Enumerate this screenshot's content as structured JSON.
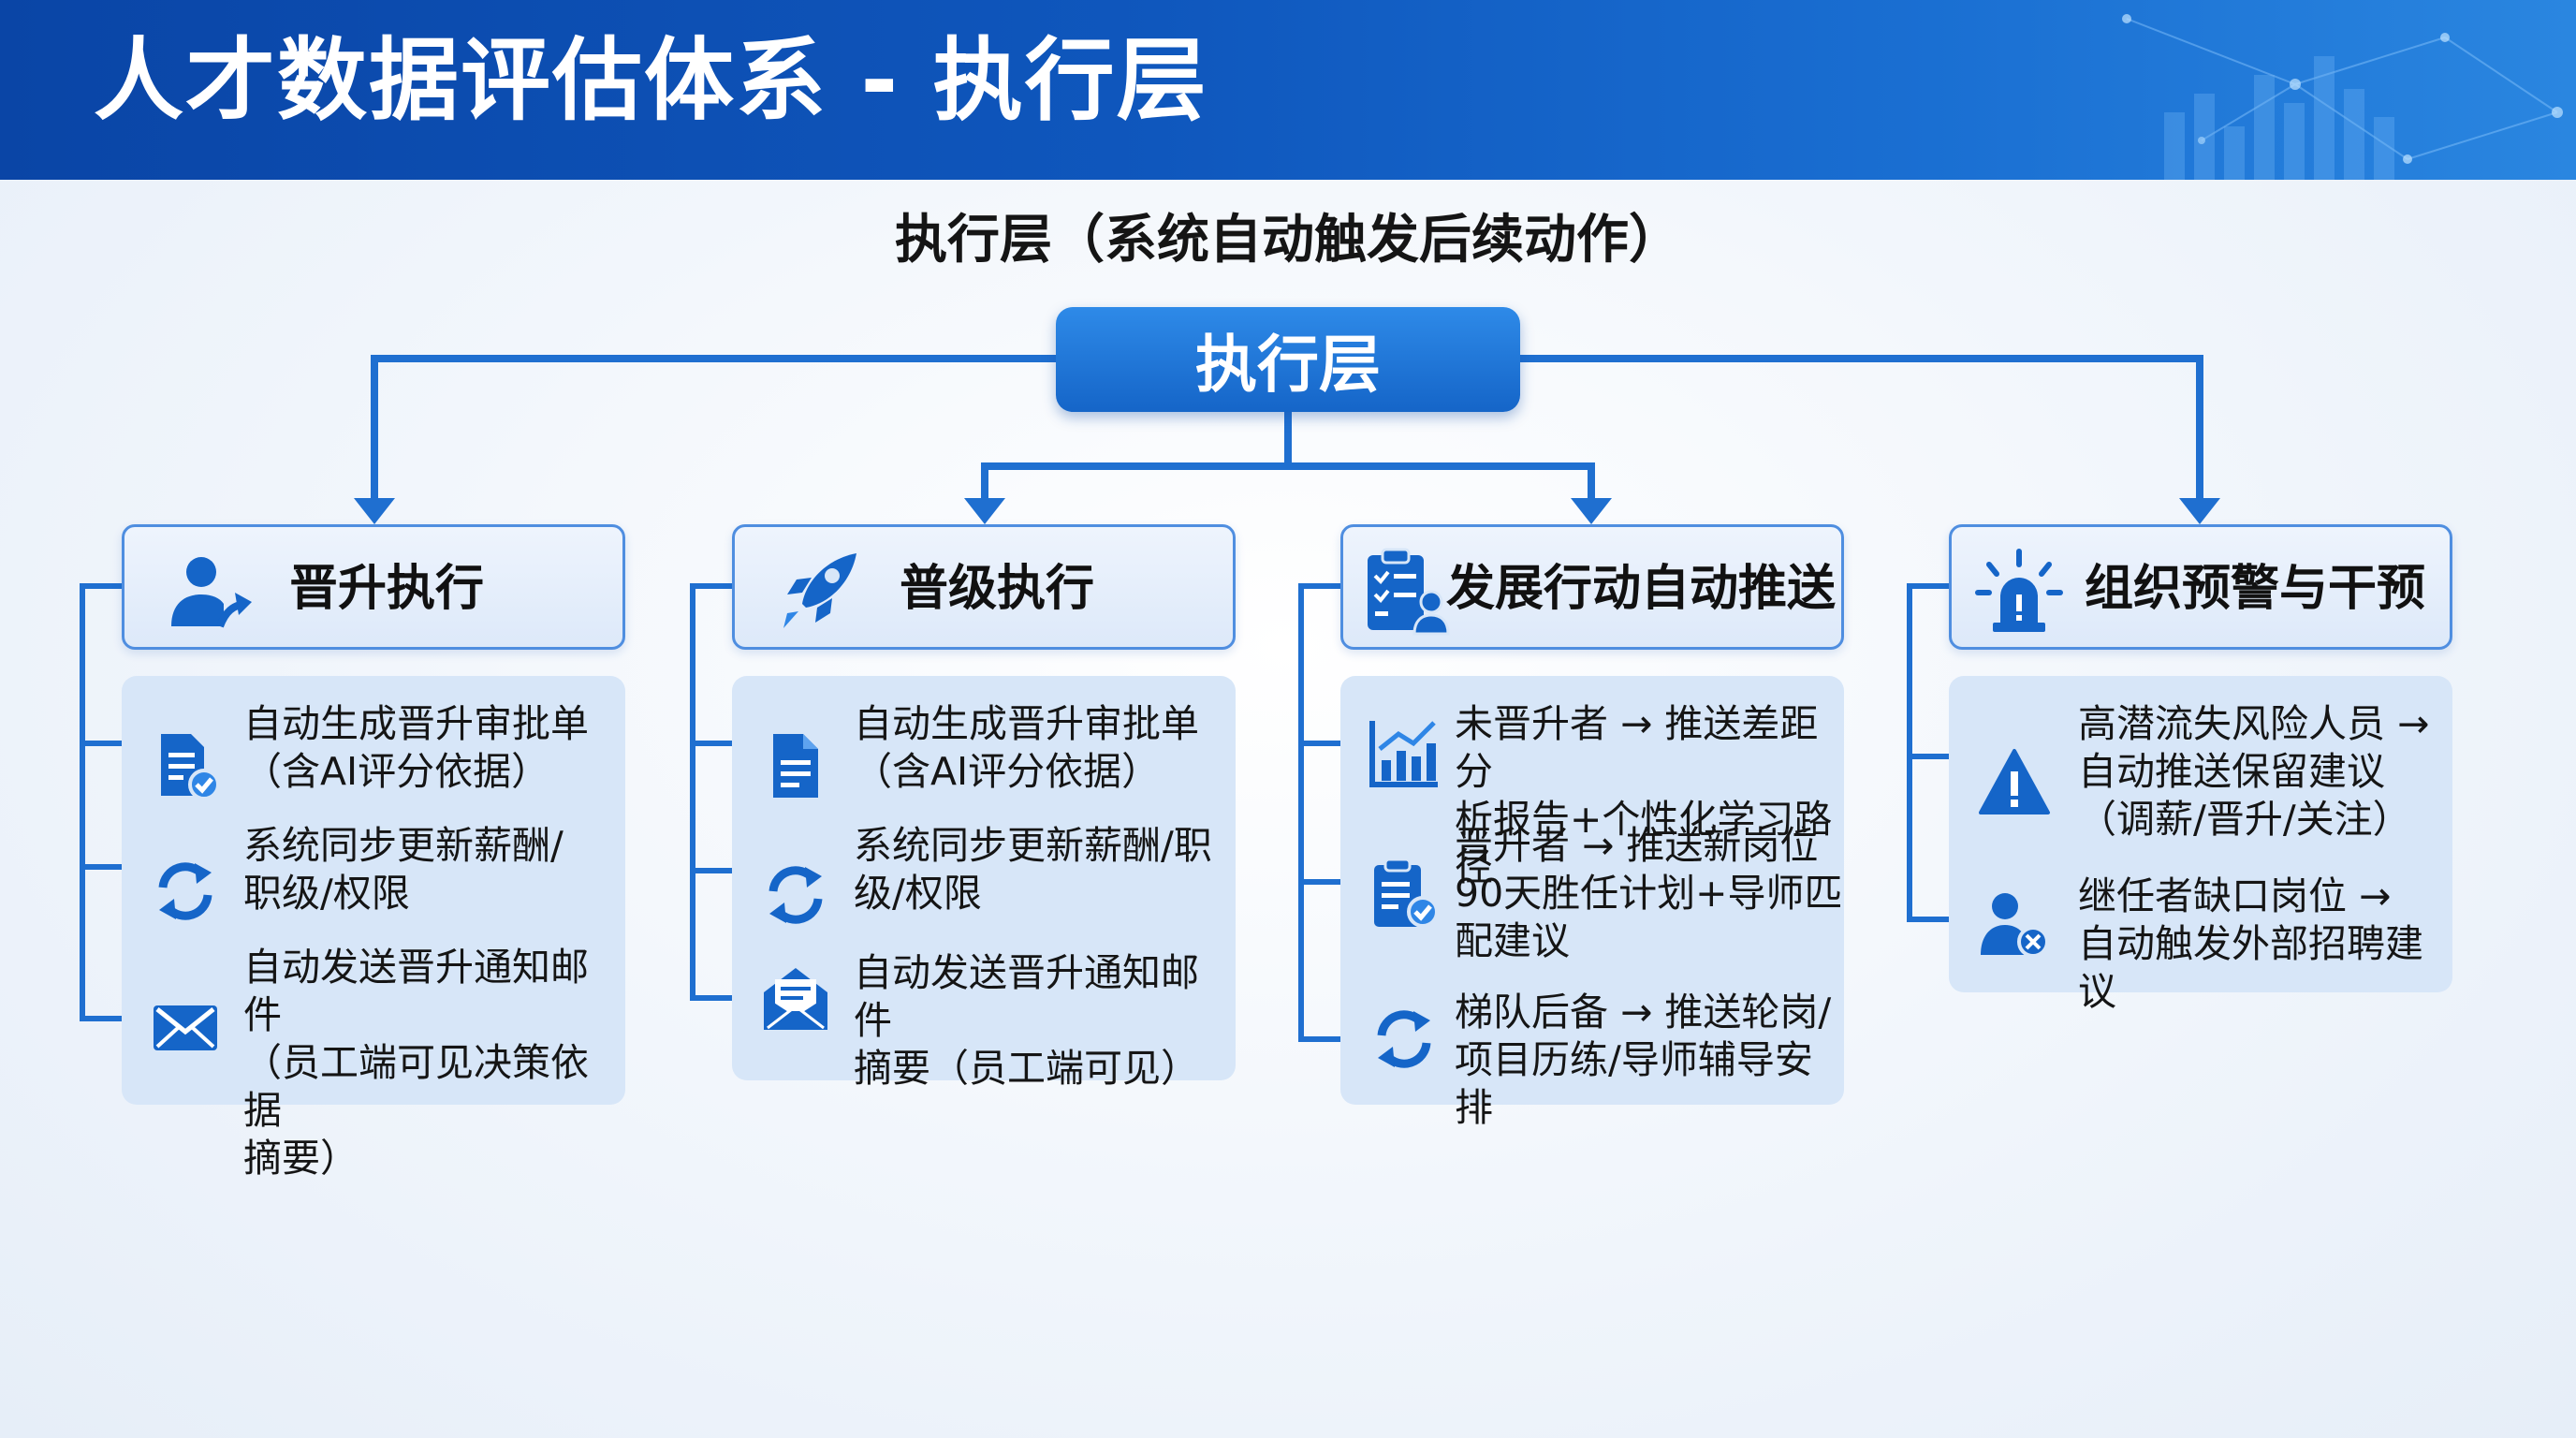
{
  "header": {
    "title": "人才数据评估体系 - 执行层"
  },
  "subtitle": "执行层（系统自动触发后续动作）",
  "root": {
    "label": "执行层"
  },
  "colors": {
    "primary": "#1565c8",
    "line": "#1f6fd0",
    "panel": "#d7e6f8"
  },
  "categories": [
    {
      "label": "晋升执行",
      "icon": "user-promotion-icon",
      "items": [
        {
          "icon": "document-check-icon",
          "text": "自动生成晋升审批单\n（含AI评分依据）"
        },
        {
          "icon": "sync-icon",
          "text": "系统同步更新薪酬/\n职级/权限"
        },
        {
          "icon": "mail-icon",
          "text": "自动发送晋升通知邮件\n（员工端可见决策依据\n摘要）"
        }
      ]
    },
    {
      "label": "普级执行",
      "icon": "rocket-icon",
      "items": [
        {
          "icon": "document-icon",
          "text": "自动生成晋升审批单\n（含AI评分依据）"
        },
        {
          "icon": "sync-icon",
          "text": "系统同步更新薪酬/职\n级/权限"
        },
        {
          "icon": "open-mail-icon",
          "text": "自动发送晋升通知邮件\n摘要（员工端可见）"
        }
      ]
    },
    {
      "label": "发展行动自动推送",
      "icon": "checklist-user-icon",
      "items": [
        {
          "icon": "chart-icon",
          "text": "未晋升者 → 推送差距分\n析报告+个性化学习路径"
        },
        {
          "icon": "clipboard-check-icon",
          "text": "晋升者 → 推送新岗位\n90天胜任计划+导师匹\n配建议"
        },
        {
          "icon": "sync-icon",
          "text": "梯队后备 → 推送轮岗/\n项目历练/导师辅导安排"
        }
      ]
    },
    {
      "label": "组织预警与干预",
      "icon": "alarm-icon",
      "items": [
        {
          "icon": "warning-icon",
          "text": "高潜流失风险人员 →\n自动推送保留建议\n（调薪/晋升/关注）"
        },
        {
          "icon": "user-remove-icon",
          "text": "继任者缺口岗位 →\n自动触发外部招聘建议"
        }
      ]
    }
  ]
}
